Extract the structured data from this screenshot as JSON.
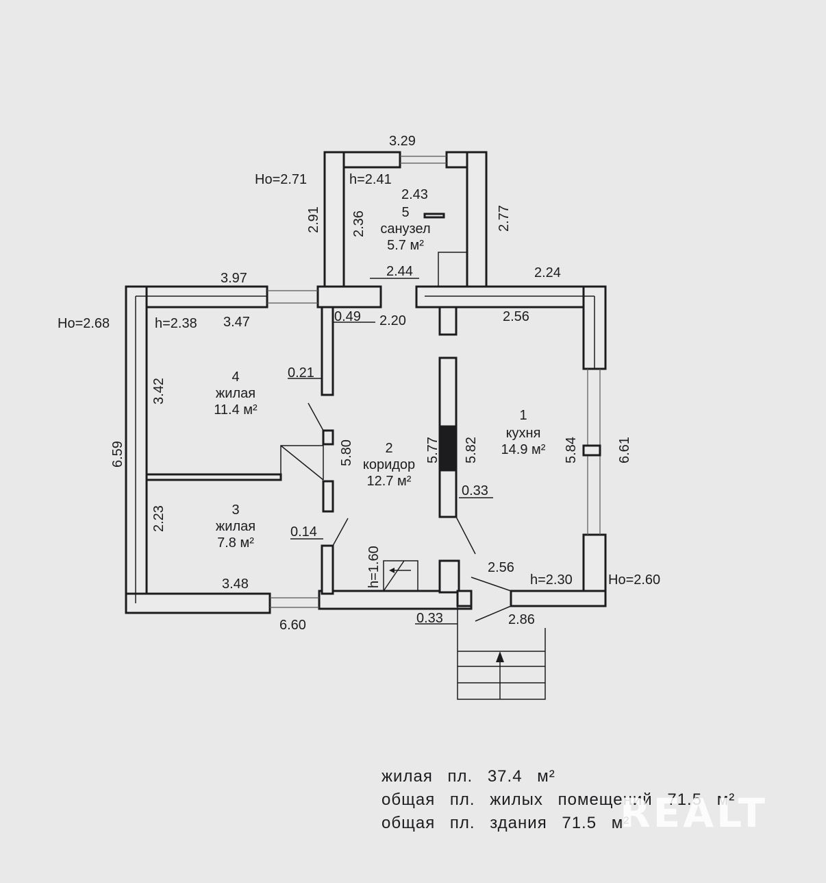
{
  "rooms": [
    {
      "number": "1",
      "name": "кухня",
      "area": "14.9 м²"
    },
    {
      "number": "2",
      "name": "коридор",
      "area": "12.7 м²"
    },
    {
      "number": "3",
      "name": "жилая",
      "area": "7.8 м²"
    },
    {
      "number": "4",
      "name": "жилая",
      "area": "11.4 м²"
    },
    {
      "number": "5",
      "name": "санузел",
      "area": "5.7 м²"
    }
  ],
  "heights": {
    "ho_bath": "Ho=2.71",
    "h_bath": "h=2.41",
    "ho_left": "Ho=2.68",
    "h_left": "h=2.38",
    "ho_right": "Ho=2.60",
    "h_right": "h=2.30",
    "h_stair": "h=1.60"
  },
  "dimensions": {
    "d329": "3.29",
    "d243": "2.43",
    "d291": "2.91",
    "d236": "2.36",
    "d277": "2.77",
    "d244": "2.44",
    "d397": "3.97",
    "d224": "2.24",
    "d347": "3.47",
    "d049": "0.49",
    "d220": "2.20",
    "d256a": "2.56",
    "d342": "3.42",
    "d021": "0.21",
    "d659": "6.59",
    "d580": "5.80",
    "d577": "5.77",
    "d582": "5.82",
    "d584": "5.84",
    "d661": "6.61",
    "d033a": "0.33",
    "d223": "2.23",
    "d014": "0.14",
    "d256b": "2.56",
    "d348": "3.48",
    "d660": "6.60",
    "d033b": "0.33",
    "d286": "2.86"
  },
  "summary": {
    "line1": [
      "жилая",
      "пл.",
      "37.4",
      "м²"
    ],
    "line2": [
      "общая",
      "пл.",
      "жилых",
      "помещений",
      "71.5",
      "м²"
    ],
    "line3": [
      "общая",
      "пл.",
      "здания",
      "71.5",
      "м²"
    ]
  },
  "watermark": "REALT"
}
